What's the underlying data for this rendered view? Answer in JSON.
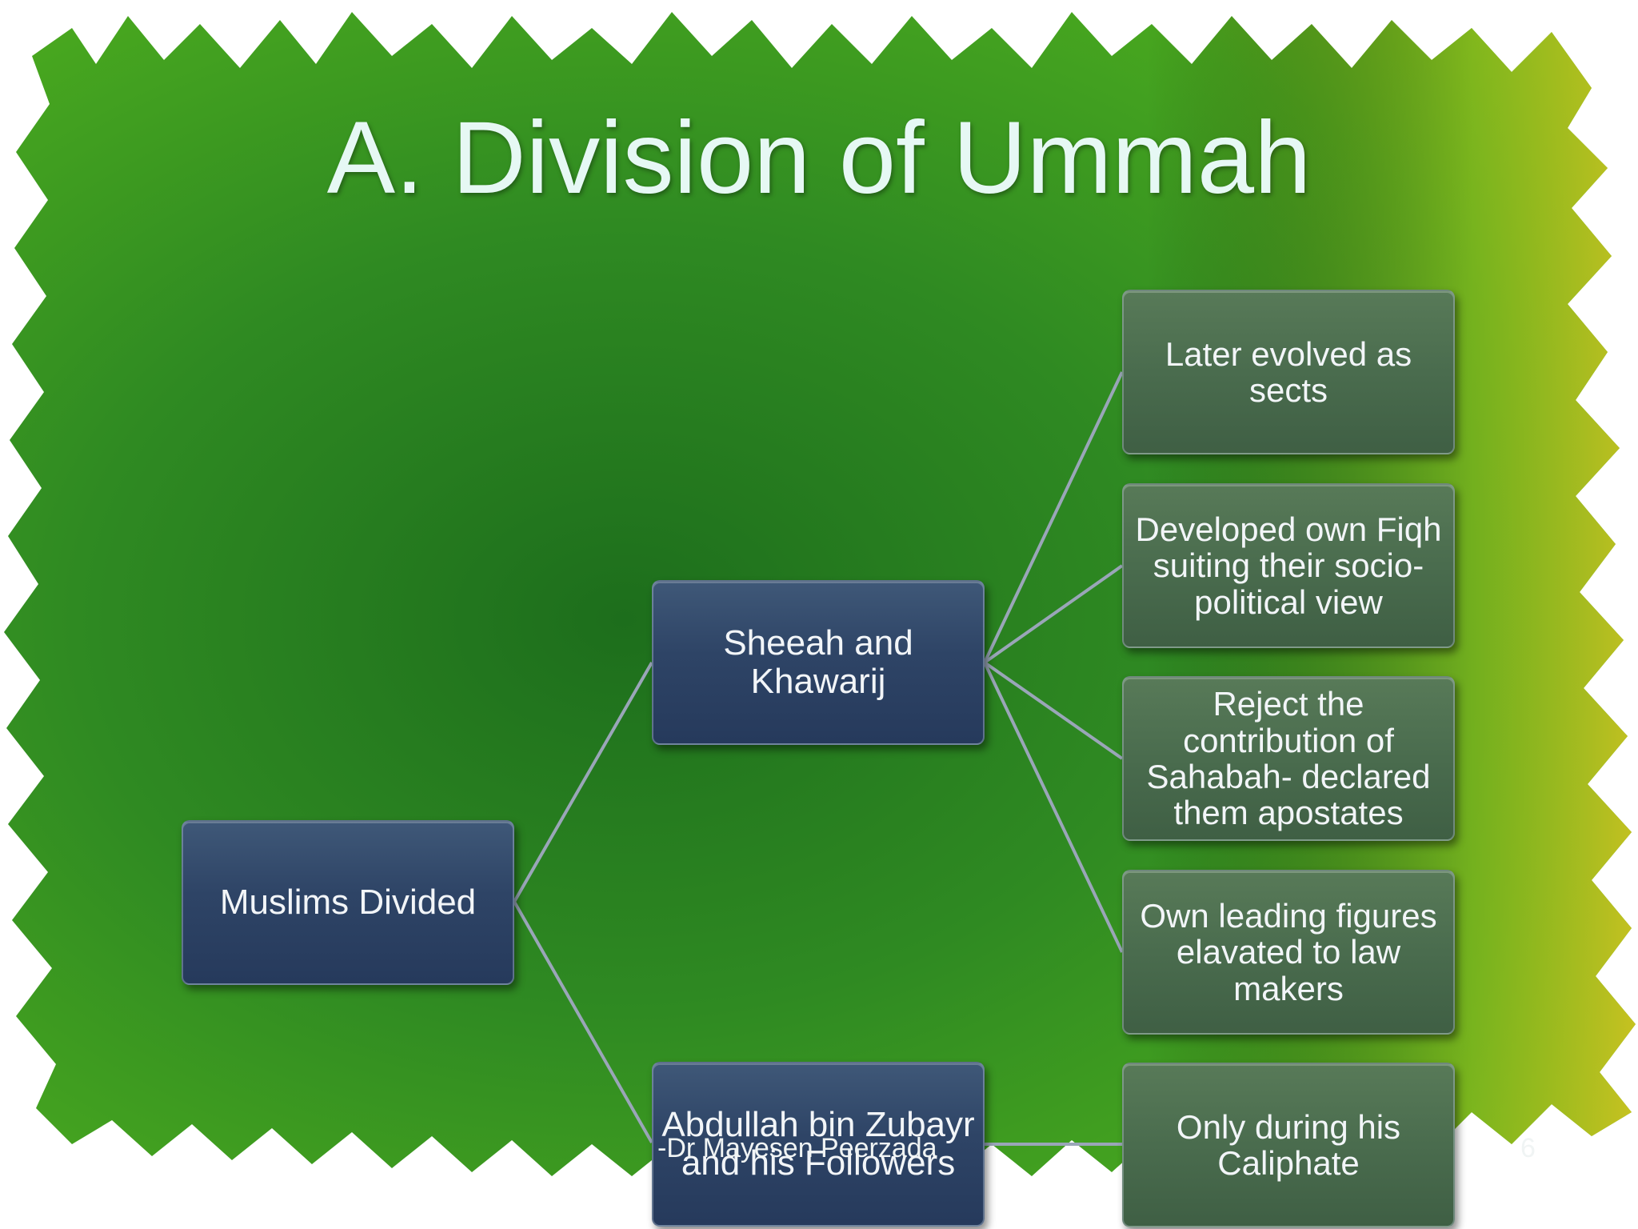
{
  "slide": {
    "title": "A. Division of Ummah",
    "footer_author": "-Dr Mayesen Peerzada",
    "page_number": "6"
  },
  "diagram": {
    "root": "Muslims Divided",
    "branch_1": "Sheeah and Khawarij",
    "branch_2": "Abdullah bin Zubayr and his Followers",
    "branch_1_children": [
      "Later evolved as sects",
      "Developed own Fiqh suiting their socio-political view",
      "Reject the contribution of Sahabah- declared them apostates",
      "Own leading figures elavated to law makers"
    ],
    "branch_2_child": "Only during his Caliphate"
  },
  "colors": {
    "background_green": "#2f8a22",
    "node_blue": "#2e4466",
    "node_green": "#4a6c4e",
    "connector": "#9aa6b8",
    "title_text": "#e6f8f4"
  }
}
